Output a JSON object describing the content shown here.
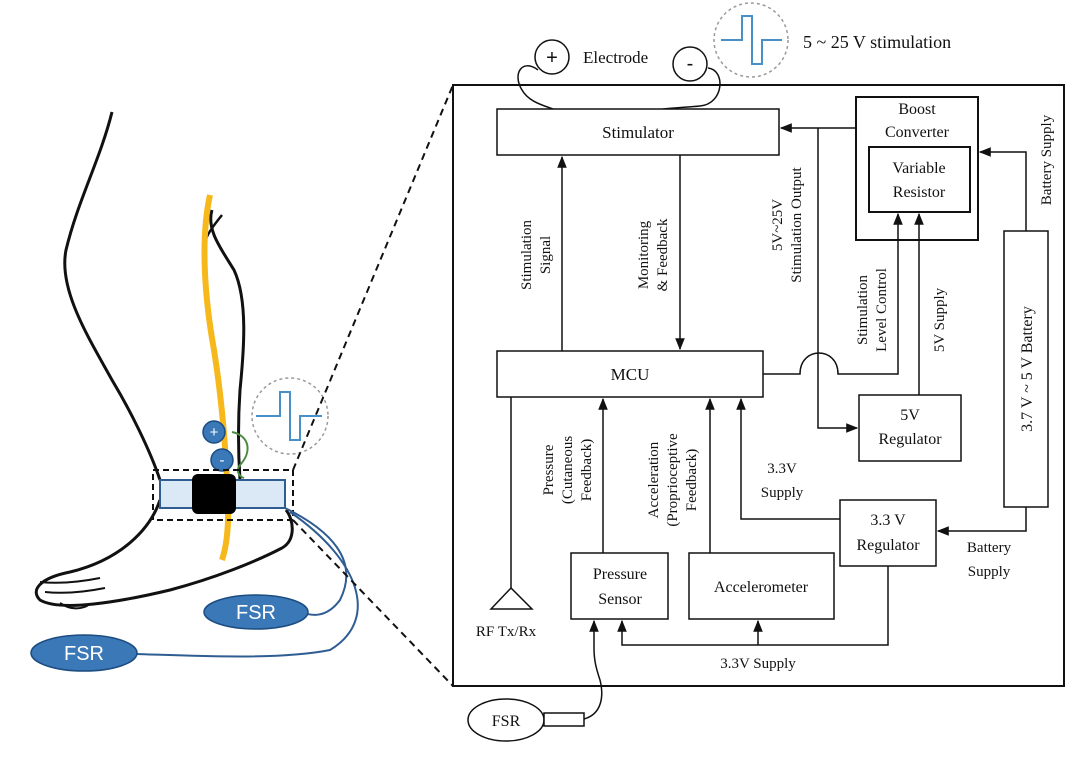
{
  "header": {
    "electrode_label": "Electrode",
    "plus_symbol": "+",
    "minus_symbol": "-",
    "stimulation_label": "5 ~ 25 V stimulation"
  },
  "leg_illustration": {
    "fsr_heel": "FSR",
    "fsr_toe": "FSR",
    "plus_symbol": "+",
    "minus_symbol": "-"
  },
  "blocks": {
    "stimulator": "Stimulator",
    "boost_line1": "Boost",
    "boost_line2": "Converter",
    "resistor_line1": "Variable",
    "resistor_line2": "Resistor",
    "mcu": "MCU",
    "reg5_line1": "5V",
    "reg5_line2": "Regulator",
    "reg33_line1": "3.3 V",
    "reg33_line2": "Regulator",
    "battery": "3.7 V ~ 5 V Battery",
    "pressure_line1": "Pressure",
    "pressure_line2": "Sensor",
    "accelerometer": "Accelerometer",
    "rf": "RF Tx/Rx",
    "fsr": "FSR"
  },
  "signals": {
    "stim_signal_l1": "Stimulation",
    "stim_signal_l2": "Signal",
    "monitor_l1": "Monitoring",
    "monitor_l2": "& Feedback",
    "output_l1": "5V~25V",
    "output_l2": "Stimulation Output",
    "level_l1": "Stimulation",
    "level_l2": "Level Control",
    "supply_5v": "5V Supply",
    "battery_supply_top": "Battery Supply",
    "pressure_l1": "Pressure",
    "pressure_l2": "(Cutaneous",
    "pressure_l3": "Feedback)",
    "accel_l1": "Acceleration",
    "accel_l2": "(Proprioceptive",
    "accel_l3": "Feedback)",
    "supply_33_l1": "3.3V",
    "supply_33_l2": "Supply",
    "battery_supply_l1": "Battery",
    "battery_supply_l2": "Supply",
    "supply_33_bottom": "3.3V Supply"
  }
}
